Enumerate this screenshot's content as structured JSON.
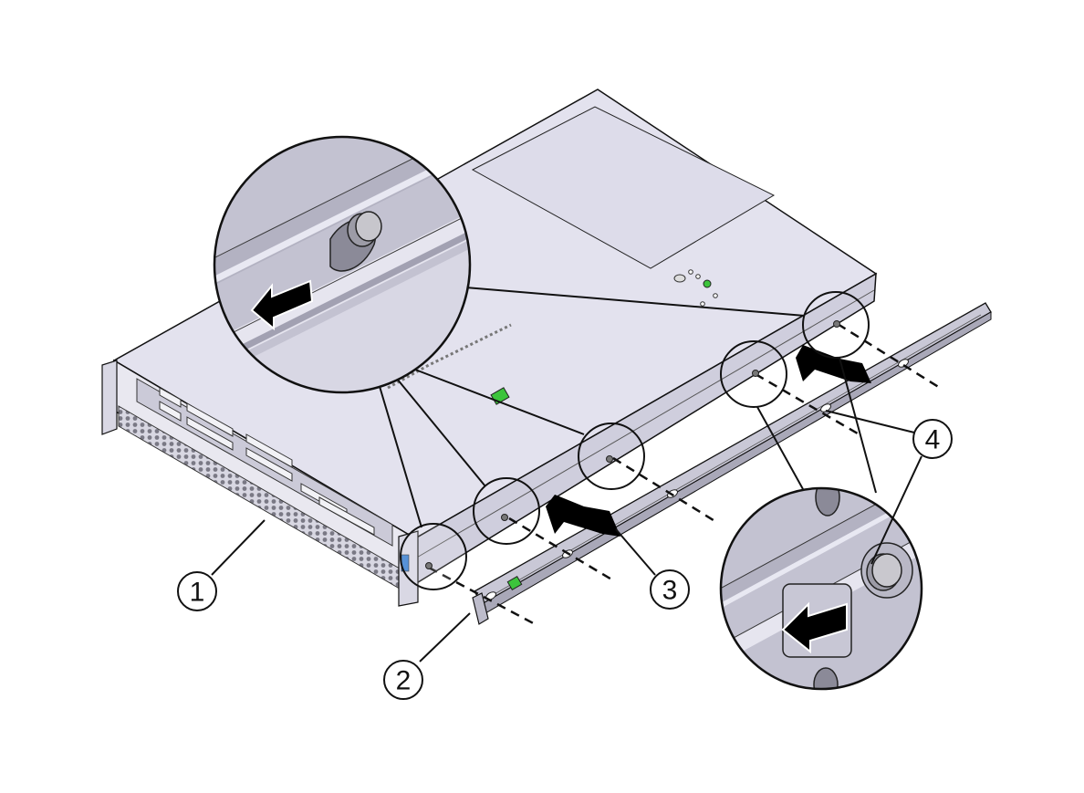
{
  "diagram": {
    "subject": "Rack server chassis with slide rail being attached",
    "colors": {
      "chassis_top": "#e3e2ee",
      "chassis_side": "#cfcedd",
      "rail": "#c9c8d6",
      "outline": "#111111",
      "callout_fill": "#ffffff",
      "led_green": "#3cc43c",
      "arrow": "#000000"
    },
    "callouts": [
      {
        "number": "1",
        "target": "server chassis"
      },
      {
        "number": "2",
        "target": "slide rail front latch"
      },
      {
        "number": "3",
        "target": "slide rail"
      },
      {
        "number": "4",
        "target": "rail mounting keyhole / locking clip"
      }
    ],
    "detail_views": [
      {
        "id": "detail-top-left",
        "depicts": "mounting stud seated in keyhole slot, arrow pointing left"
      },
      {
        "id": "detail-bottom-right",
        "depicts": "locking clip over stud, arrow pointing left"
      }
    ],
    "mounting_points": 5
  }
}
